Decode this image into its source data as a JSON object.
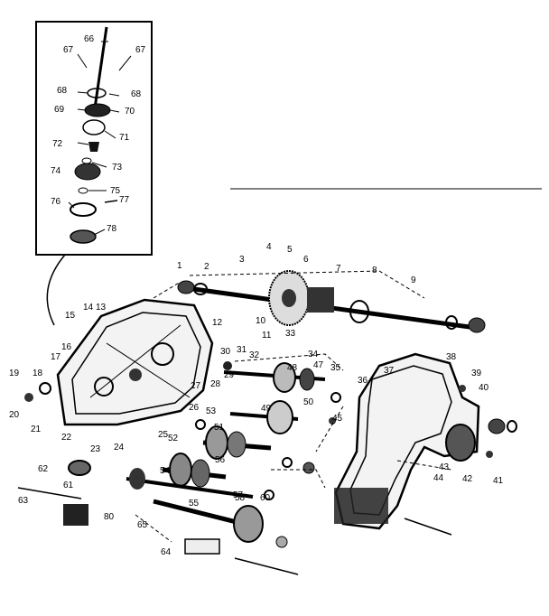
{
  "diagram": {
    "inset_labels": [
      "66",
      "67",
      "67",
      "68",
      "68",
      "69",
      "70",
      "71",
      "72",
      "73",
      "74",
      "75",
      "76",
      "77",
      "78"
    ],
    "main_labels": [
      "1",
      "2",
      "3",
      "4",
      "5",
      "6",
      "7",
      "8",
      "9",
      "10",
      "11",
      "12",
      "13",
      "14",
      "15",
      "16",
      "17",
      "18",
      "19",
      "20",
      "21",
      "22",
      "23",
      "24",
      "25",
      "26",
      "27",
      "28",
      "29",
      "30",
      "31",
      "32",
      "33",
      "34",
      "35",
      "36",
      "37",
      "38",
      "39",
      "40",
      "41",
      "42",
      "43",
      "44",
      "45",
      "47",
      "48",
      "49",
      "50",
      "51",
      "52",
      "53",
      "54",
      "55",
      "56",
      "57",
      "58",
      "60",
      "61",
      "62",
      "63",
      "64",
      "65",
      "80"
    ]
  }
}
